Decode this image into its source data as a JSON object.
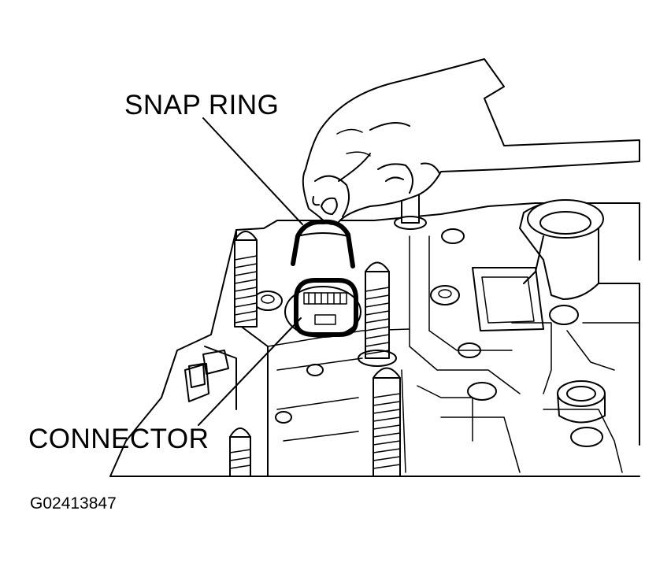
{
  "labels": {
    "snap_ring": "SNAP RING",
    "connector": "CONNECTOR"
  },
  "figure_id": "G02413847",
  "colors": {
    "line": "#000000",
    "background": "#ffffff"
  }
}
